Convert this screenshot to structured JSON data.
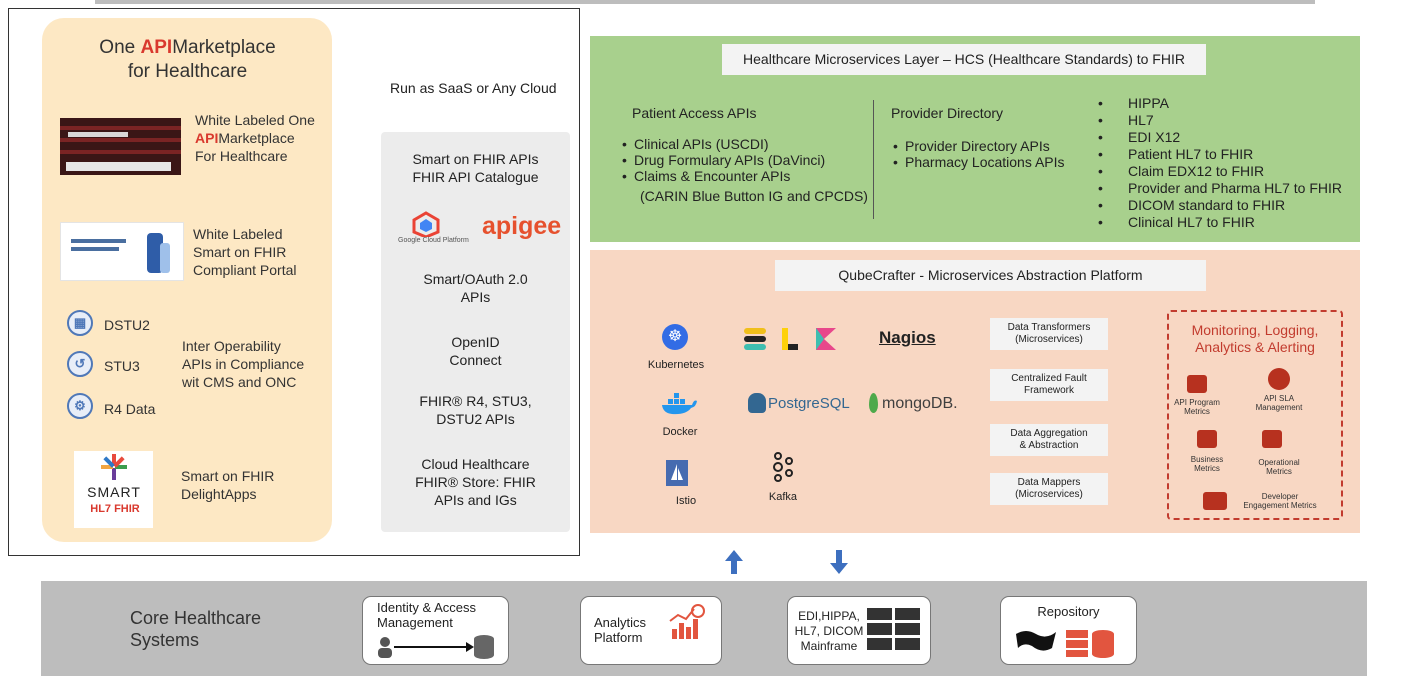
{
  "market": {
    "title_pre": "One ",
    "title_accent": "API",
    "title_post": "Marketplace",
    "title_line2": "for Healthcare",
    "item1_line1": "White Labeled One",
    "item1_accent": "API",
    "item1_line2_rest": "Marketplace",
    "item1_line3": "For Healthcare",
    "item2_line1": "White Labeled",
    "item2_line2": "Smart on FHIR",
    "item2_line3": "Compliant Portal",
    "dstu2": "DSTU2",
    "stu3": "STU3",
    "r4": "R4 Data",
    "interop_line1": "Inter Operability",
    "interop_line2": "APIs in Compliance",
    "interop_line3": "wit CMS and ONC",
    "smart_logo_word": "SMART",
    "smart_logo_hl7": "HL7 FHIR",
    "delight_line1": "Smart on FHIR",
    "delight_line2": "DelightApps"
  },
  "run_saas": "Run as SaaS or Any Cloud",
  "fhir": {
    "line1": "Smart on FHIR APIs",
    "line2": "FHIR API Catalogue",
    "gcp_label": "Google Cloud Platform",
    "apigee": "apigee",
    "oauth1": "Smart/OAuth 2.0",
    "oauth2": "APIs",
    "openid1": "OpenID",
    "openid2": "Connect",
    "r4_1": "FHIR® R4, STU3,",
    "r4_2": "DSTU2 APIs",
    "cloud1": "Cloud Healthcare",
    "cloud2": "FHIR® Store: FHIR",
    "cloud3": "APIs and IGs"
  },
  "green": {
    "title": "Healthcare Microservices Layer – HCS (Healthcare Standards) to FHIR",
    "patient_head": "Patient Access APIs",
    "patient_items": [
      "Clinical APIs (USCDI)",
      "Drug Formulary APIs (DaVinci)",
      "Claims & Encounter APIs"
    ],
    "patient_sub": "(CARIN Blue Button IG and CPCDS)",
    "provider_head": "Provider Directory",
    "provider_items": [
      "Provider Directory APIs",
      "Pharmacy Locations APIs"
    ],
    "standards": [
      "HIPPA",
      "HL7",
      "EDI X12",
      "Patient HL7 to FHIR",
      "Claim EDX12 to FHIR",
      "Provider and Pharma HL7 to FHIR",
      "DICOM standard to FHIR",
      "Clinical HL7 to FHIR"
    ]
  },
  "salmon": {
    "title": "QubeCrafter - Microservices Abstraction Platform",
    "kubernetes": "Kubernetes",
    "docker": "Docker",
    "istio": "Istio",
    "kafka": "Kafka",
    "nagios": "Nagios",
    "postgres": "PostgreSQL",
    "mongo": "mongoDB.",
    "boxes": [
      [
        "Data Transformers",
        "(Microservices)"
      ],
      [
        "Centralized Fault",
        "Framework"
      ],
      [
        "Data Aggregation",
        "& Abstraction"
      ],
      [
        "Data Mappers",
        "(Microservices)"
      ]
    ],
    "monitor_title1": "Monitoring, Logging,",
    "monitor_title2": "Analytics & Alerting",
    "mon_api_prog": [
      "API Program",
      "Metrics"
    ],
    "mon_api_sla": [
      "API SLA",
      "Management"
    ],
    "mon_business": [
      "Business",
      "Metrics"
    ],
    "mon_operational": [
      "Operational",
      "Metrics"
    ],
    "mon_dev": [
      "Developer",
      "Engagement Metrics"
    ]
  },
  "bottom": {
    "core1": "Core Healthcare",
    "core2": "Systems",
    "identity1": "Identity & Access",
    "identity2": "Management",
    "analytics1": "Analytics",
    "analytics2": "Platform",
    "edi1": "EDI,HIPPA,",
    "edi2": "HL7, DICOM",
    "edi3": "Mainframe",
    "repository": "Repository"
  },
  "colors": {
    "accent_red": "#d9392e",
    "green_panel": "#a8d08d",
    "salmon_panel": "#f8d7c3",
    "arrow_blue": "#3d6fbf"
  }
}
